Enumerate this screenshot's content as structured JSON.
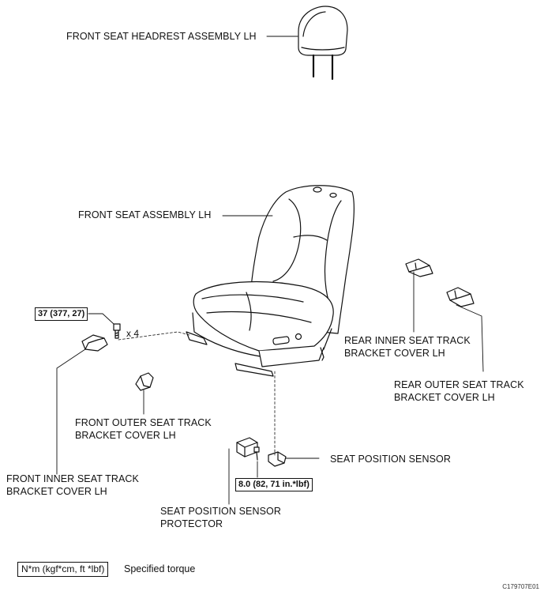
{
  "labels": {
    "headrest": "FRONT SEAT HEADREST ASSEMBLY LH",
    "seat": "FRONT SEAT ASSEMBLY LH",
    "rear_inner_1": "REAR INNER SEAT TRACK",
    "rear_inner_2": "BRACKET COVER LH",
    "rear_outer_1": "REAR OUTER SEAT TRACK",
    "rear_outer_2": "BRACKET COVER LH",
    "front_outer_1": "FRONT OUTER SEAT TRACK",
    "front_outer_2": "BRACKET COVER LH",
    "front_inner_1": "FRONT INNER SEAT TRACK",
    "front_inner_2": "BRACKET COVER LH",
    "sensor": "SEAT POSITION SENSOR",
    "protector_1": "SEAT POSITION SENSOR",
    "protector_2": "PROTECTOR"
  },
  "torques": {
    "bolt": "37 (377, 27)",
    "sensor_screw": "8.0 (82, 71 in.*lbf)"
  },
  "multiplier": "x 4",
  "legend": {
    "unit_box": "N*m (kgf*cm, ft *lbf)",
    "description": "Specified torque"
  },
  "figure_id": "C179707E01"
}
